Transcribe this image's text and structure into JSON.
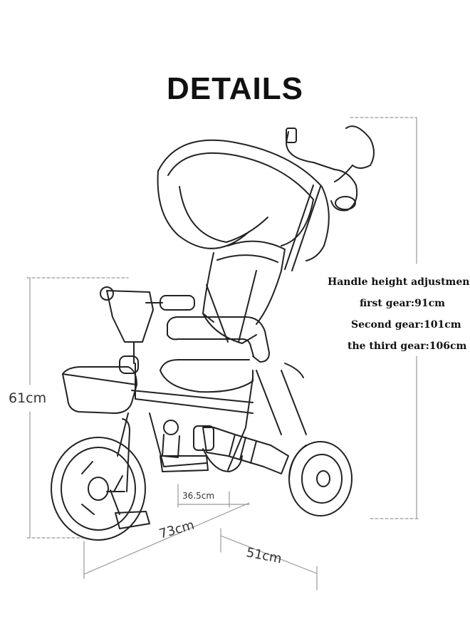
{
  "title": "DETAILS",
  "dimensions": {
    "height": "61cm",
    "inner_width": "36.5cm",
    "length": "73cm",
    "width": "51cm"
  },
  "handle_adjustment": {
    "heading": "Handle height adjustment",
    "gears": [
      "first gear:91cm",
      "Second gear:101cm",
      "the third gear:106cm"
    ]
  }
}
